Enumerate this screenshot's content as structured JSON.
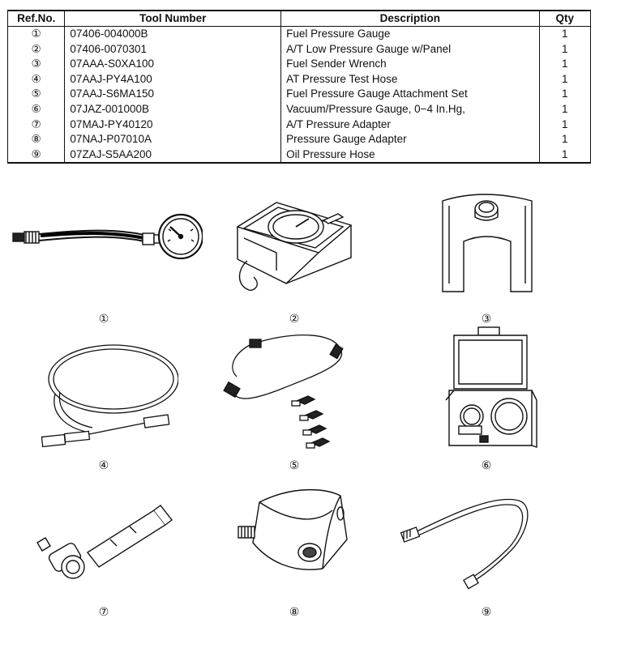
{
  "table": {
    "headers": {
      "ref": "Ref.No.",
      "tool": "Tool Number",
      "desc": "Description",
      "qty": "Qty"
    },
    "rows": [
      {
        "ref": "①",
        "tool": "07406-004000B",
        "desc": "Fuel Pressure Gauge",
        "qty": "1"
      },
      {
        "ref": "②",
        "tool": "07406-0070301",
        "desc": "A/T Low Pressure Gauge w/Panel",
        "qty": "1"
      },
      {
        "ref": "③",
        "tool": "07AAA-S0XA100",
        "desc": "Fuel Sender Wrench",
        "qty": "1"
      },
      {
        "ref": "④",
        "tool": "07AAJ-PY4A100",
        "desc": "AT Pressure Test Hose",
        "qty": "1"
      },
      {
        "ref": "⑤",
        "tool": "07AAJ-S6MA150",
        "desc": "Fuel Pressure Gauge Attachment Set",
        "qty": "1"
      },
      {
        "ref": "⑥",
        "tool": "07JAZ-001000B",
        "desc": "Vacuum/Pressure Gauge, 0−4 In.Hg,",
        "qty": "1"
      },
      {
        "ref": "⑦",
        "tool": "07MAJ-PY40120",
        "desc": "A/T Pressure Adapter",
        "qty": "1"
      },
      {
        "ref": "⑧",
        "tool": "07NAJ-P07010A",
        "desc": "Pressure Gauge Adapter",
        "qty": "1"
      },
      {
        "ref": "⑨",
        "tool": "07ZAJ-S5AA200",
        "desc": "Oil Pressure Hose",
        "qty": "1"
      }
    ]
  },
  "illustration_labels": [
    "①",
    "②",
    "③",
    "④",
    "⑤",
    "⑥",
    "⑦",
    "⑧",
    "⑨"
  ]
}
